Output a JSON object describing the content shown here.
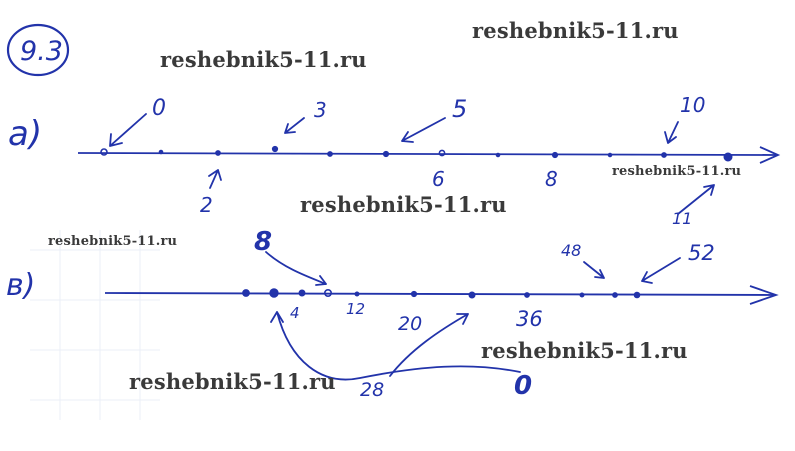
{
  "problem_number": "9.3",
  "watermark_text": "reshebnik5-11.ru",
  "ink_color": "#2233aa",
  "part_a": {
    "label": "a)",
    "labels": {
      "zero": "0",
      "two": "2",
      "three": "3",
      "five": "5",
      "six": "6",
      "eight": "8",
      "ten": "10",
      "eleven": "11"
    }
  },
  "part_b": {
    "label": "в)",
    "labels": {
      "eight": "8",
      "four": "4",
      "twelve": "12",
      "twenty": "20",
      "twenty_eight": "28",
      "thirty_six": "36",
      "forty_eight": "48",
      "fifty_two": "52",
      "zero": "0"
    }
  }
}
